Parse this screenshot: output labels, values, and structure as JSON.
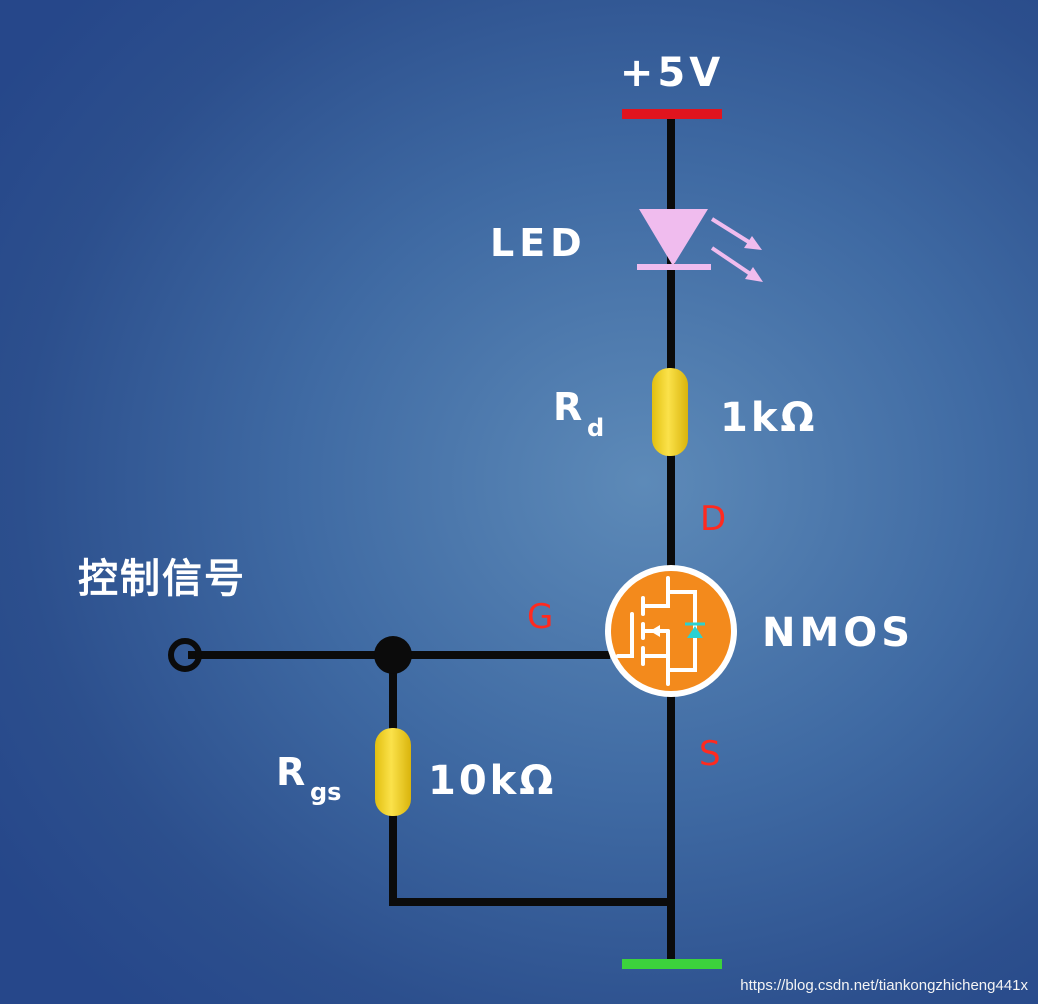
{
  "diagram": {
    "supply_label": "+5V",
    "led_label": "LED",
    "rd": {
      "name": "R",
      "sub": "d",
      "value": "1kΩ"
    },
    "rgs": {
      "name": "R",
      "sub": "gs",
      "value": "10kΩ"
    },
    "pins": {
      "drain": "D",
      "gate": "G",
      "source": "S"
    },
    "transistor_label": "NMOS",
    "control_label": "控制信号"
  },
  "watermark": "https://blog.csdn.net/tiankongzhicheng441x",
  "colors": {
    "supply_bar": "#e0141e",
    "ground_bar": "#3cd23c",
    "wire": "#0b0b0b",
    "led": "#f0bcee",
    "resistor": "#f3d21c",
    "mosfet": "#f38a1c",
    "pin_label": "#ff2a1f",
    "diode": "#2bd1d1"
  }
}
